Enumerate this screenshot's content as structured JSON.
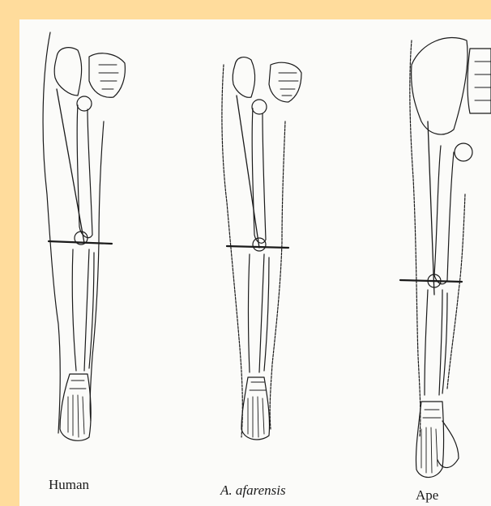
{
  "frame": {
    "background_color": "#ffdc9c",
    "plate_color": "#fbfbf9",
    "ink_color": "#1a1a1a"
  },
  "figures": [
    {
      "id": "human",
      "caption": "Human"
    },
    {
      "id": "afarensis",
      "caption": "A. afarensis"
    },
    {
      "id": "ape",
      "caption": "Ape"
    }
  ]
}
